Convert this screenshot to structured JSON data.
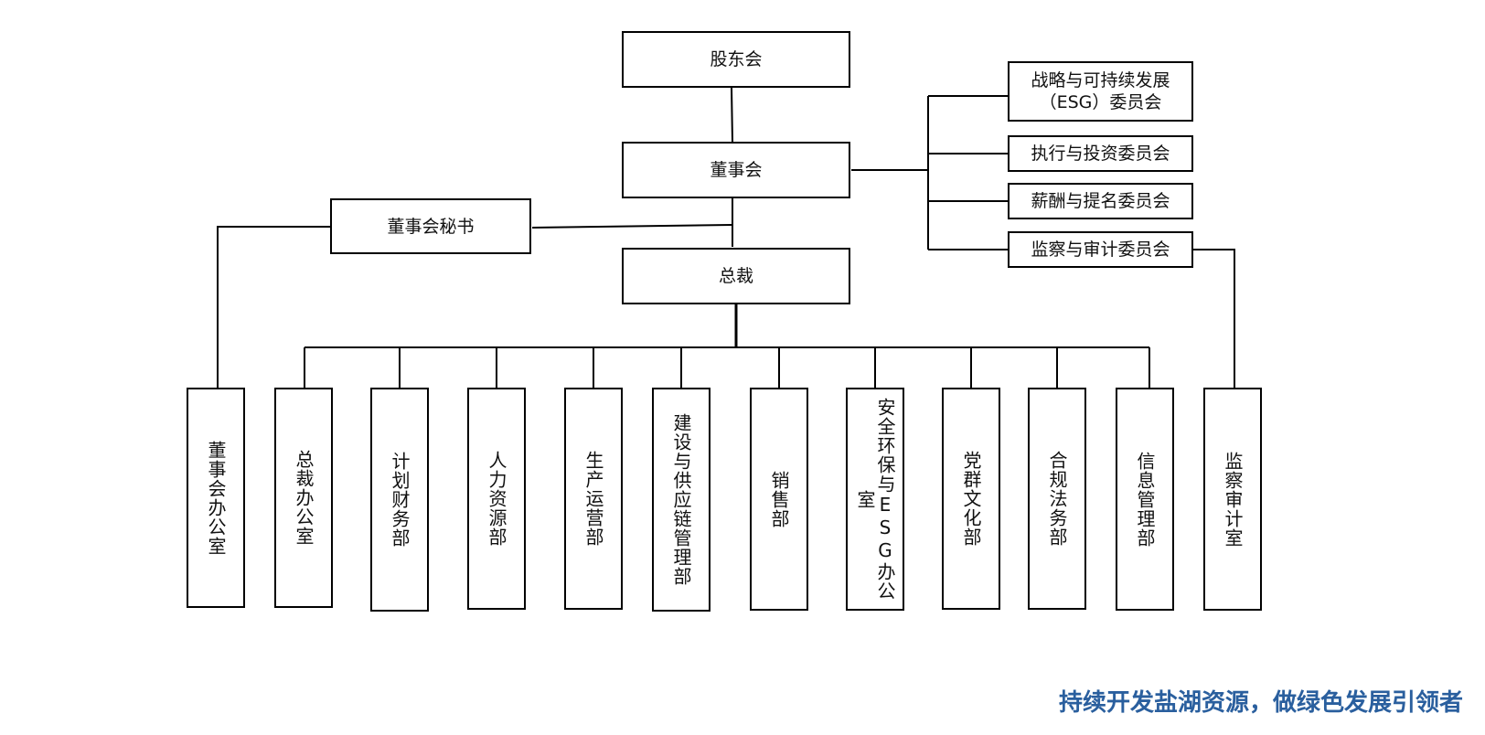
{
  "nodes": {
    "shareholders": "股东会",
    "board": "董事会",
    "board_secretary": "董事会秘书",
    "president": "总裁",
    "committees": [
      "战略与可持续发展（ESG）委员会",
      "执行与投资委员会",
      "薪酬与提名委员会",
      "监察与审计委员会"
    ],
    "departments": [
      "董事会办公室",
      "总裁办公室",
      "计划财务部",
      "人力资源部",
      "生产运营部",
      "建设与供应链管理部",
      "销售部",
      "安全环保与ESG办公室",
      "党群文化部",
      "合规法务部",
      "信息管理部",
      "监察审计室"
    ]
  },
  "slogan": "持续开发盐湖资源，做绿色发展引领者"
}
